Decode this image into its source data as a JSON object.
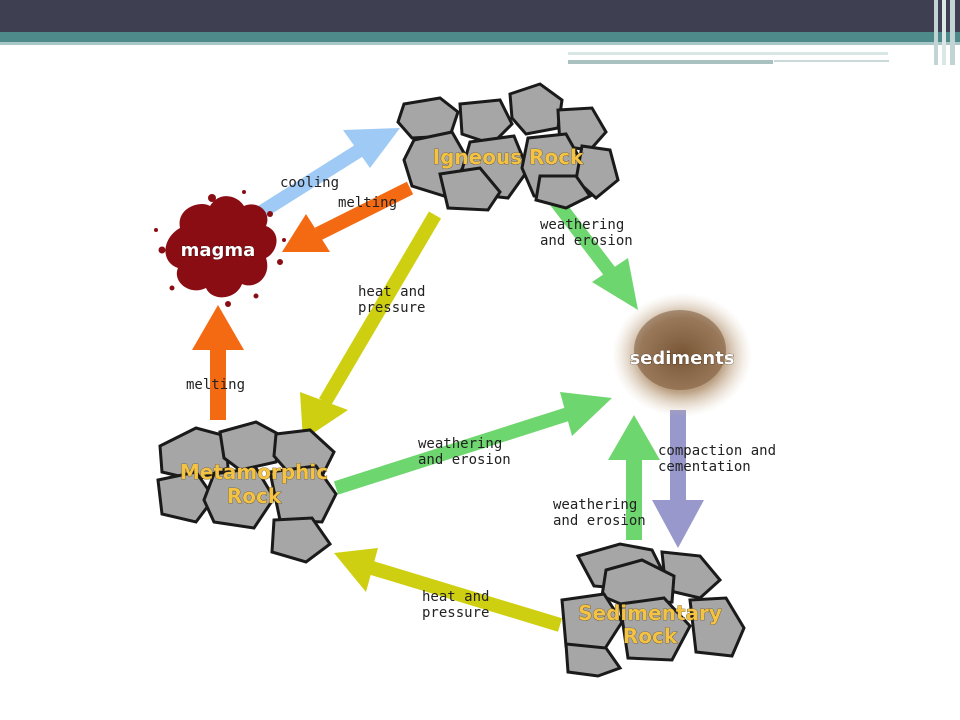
{
  "diagram": {
    "nodes": {
      "igneous": "Igneous Rock",
      "magma": "magma",
      "sediments": "sediments",
      "metamorphic_line1": "Metamorphic",
      "metamorphic_line2": "Rock",
      "sedimentary_line1": "Sedimentary",
      "sedimentary_line2": "Rock"
    },
    "labels": {
      "cooling": "cooling",
      "melting_igneous": "melting",
      "melting_meta": "melting",
      "heat_igneous_line1": "heat and",
      "heat_igneous_line2": "pressure",
      "weather_igneous_line1": "weathering",
      "weather_igneous_line2": "and erosion",
      "weather_meta_line1": "weathering",
      "weather_meta_line2": "and erosion",
      "weather_sed_line1": "weathering",
      "weather_sed_line2": "and erosion",
      "compaction_line1": "compaction and",
      "compaction_line2": "cementation",
      "heat_sed_line1": "heat and",
      "heat_sed_line2": "pressure"
    },
    "colors": {
      "cooling_arrow": "#9fcaf5",
      "melting_arrow": "#f46a12",
      "heat_arrow": "#cfcf12",
      "weathering_arrow": "#6ed66e",
      "compaction_arrow": "#9898cc",
      "magma": "#8b0d14",
      "rock_fill": "#a6a6a6",
      "label_gold": "#f5c343"
    }
  }
}
